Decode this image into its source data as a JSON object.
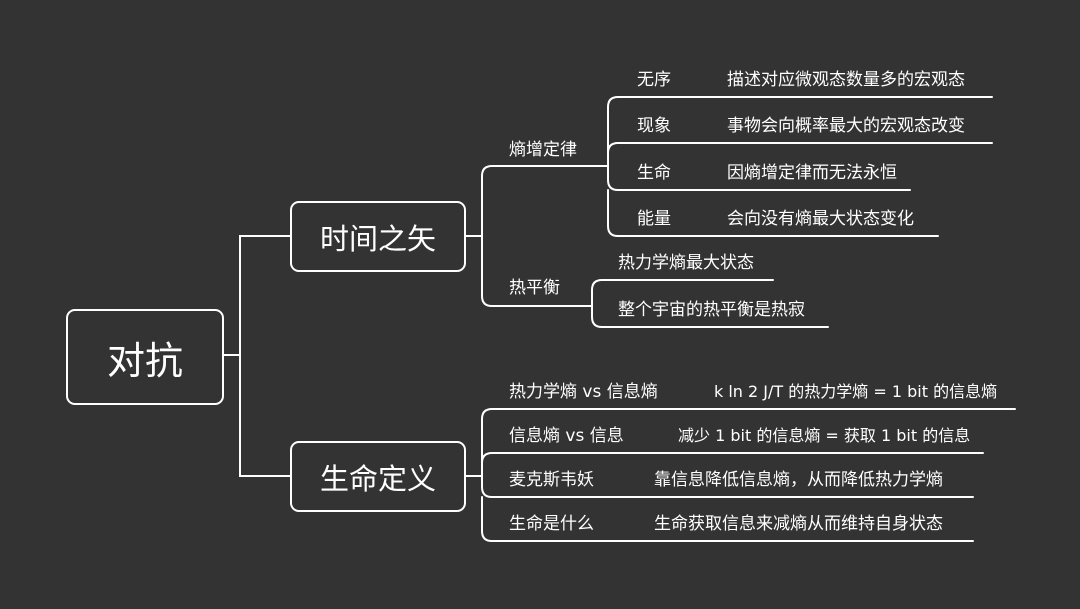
{
  "root": "对抗",
  "branches": [
    {
      "label": "时间之矢",
      "groups": [
        {
          "label": "熵增定律",
          "items": [
            {
              "key": "无序",
              "value": "描述对应微观态数量多的宏观态"
            },
            {
              "key": "现象",
              "value": "事物会向概率最大的宏观态改变"
            },
            {
              "key": "生命",
              "value": "因熵增定律而无法永恒"
            },
            {
              "key": "能量",
              "value": "会向没有熵最大状态变化"
            }
          ]
        },
        {
          "label": "热平衡",
          "items": [
            {
              "value": "热力学熵最大状态"
            },
            {
              "value": "整个宇宙的热平衡是热寂"
            }
          ]
        }
      ]
    },
    {
      "label": "生命定义",
      "items": [
        {
          "key": "热力学熵 vs 信息熵",
          "value": "k ln 2 J/T 的热力学熵 = 1 bit 的信息熵"
        },
        {
          "key": "信息熵 vs 信息",
          "value": "减少 1 bit 的信息熵 = 获取 1 bit 的信息"
        },
        {
          "key": "麦克斯韦妖",
          "value": "靠信息降低信息熵，从而降低热力学熵"
        },
        {
          "key": "生命是什么",
          "value": "生命获取信息来减熵从而维持自身状态"
        }
      ]
    }
  ]
}
